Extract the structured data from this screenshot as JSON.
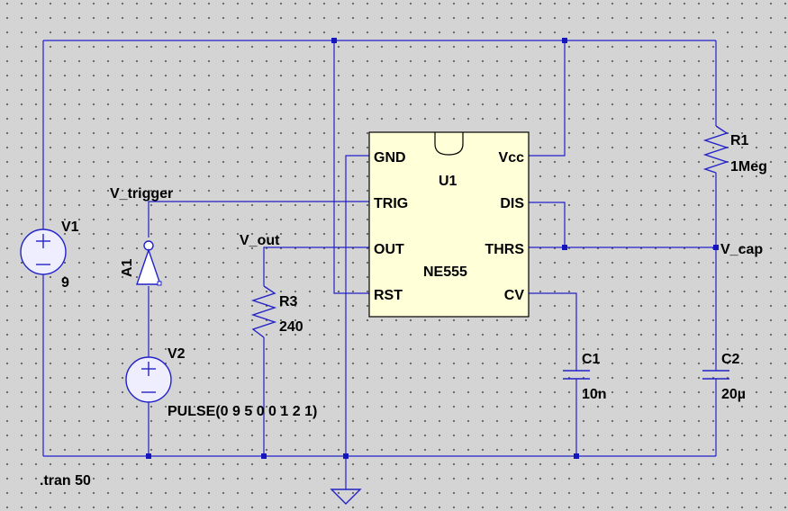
{
  "colors": {
    "wire": "#2222c8",
    "background": "#d4d4d4",
    "ic_body": "#ffffd8",
    "source_fill": "#eeeeff"
  },
  "ic": {
    "ref": "U1",
    "type": "NE555",
    "pins_left": [
      "GND",
      "TRIG",
      "OUT",
      "RST"
    ],
    "pins_right": [
      "Vcc",
      "DIS",
      "THRS",
      "CV"
    ]
  },
  "components": {
    "v1": {
      "ref": "V1",
      "value": "9"
    },
    "v2": {
      "ref": "V2",
      "value": "PULSE(0 9 5 0 0 1 2 1)"
    },
    "a1": {
      "ref": "A1"
    },
    "r1": {
      "ref": "R1",
      "value": "1Meg"
    },
    "r3": {
      "ref": "R3",
      "value": "240"
    },
    "c1": {
      "ref": "C1",
      "value": "10n"
    },
    "c2": {
      "ref": "C2",
      "value": "20µ"
    }
  },
  "nets": {
    "trigger": "V_trigger",
    "out": "V_out",
    "cap": "V_cap"
  },
  "directive": ".tran 50"
}
